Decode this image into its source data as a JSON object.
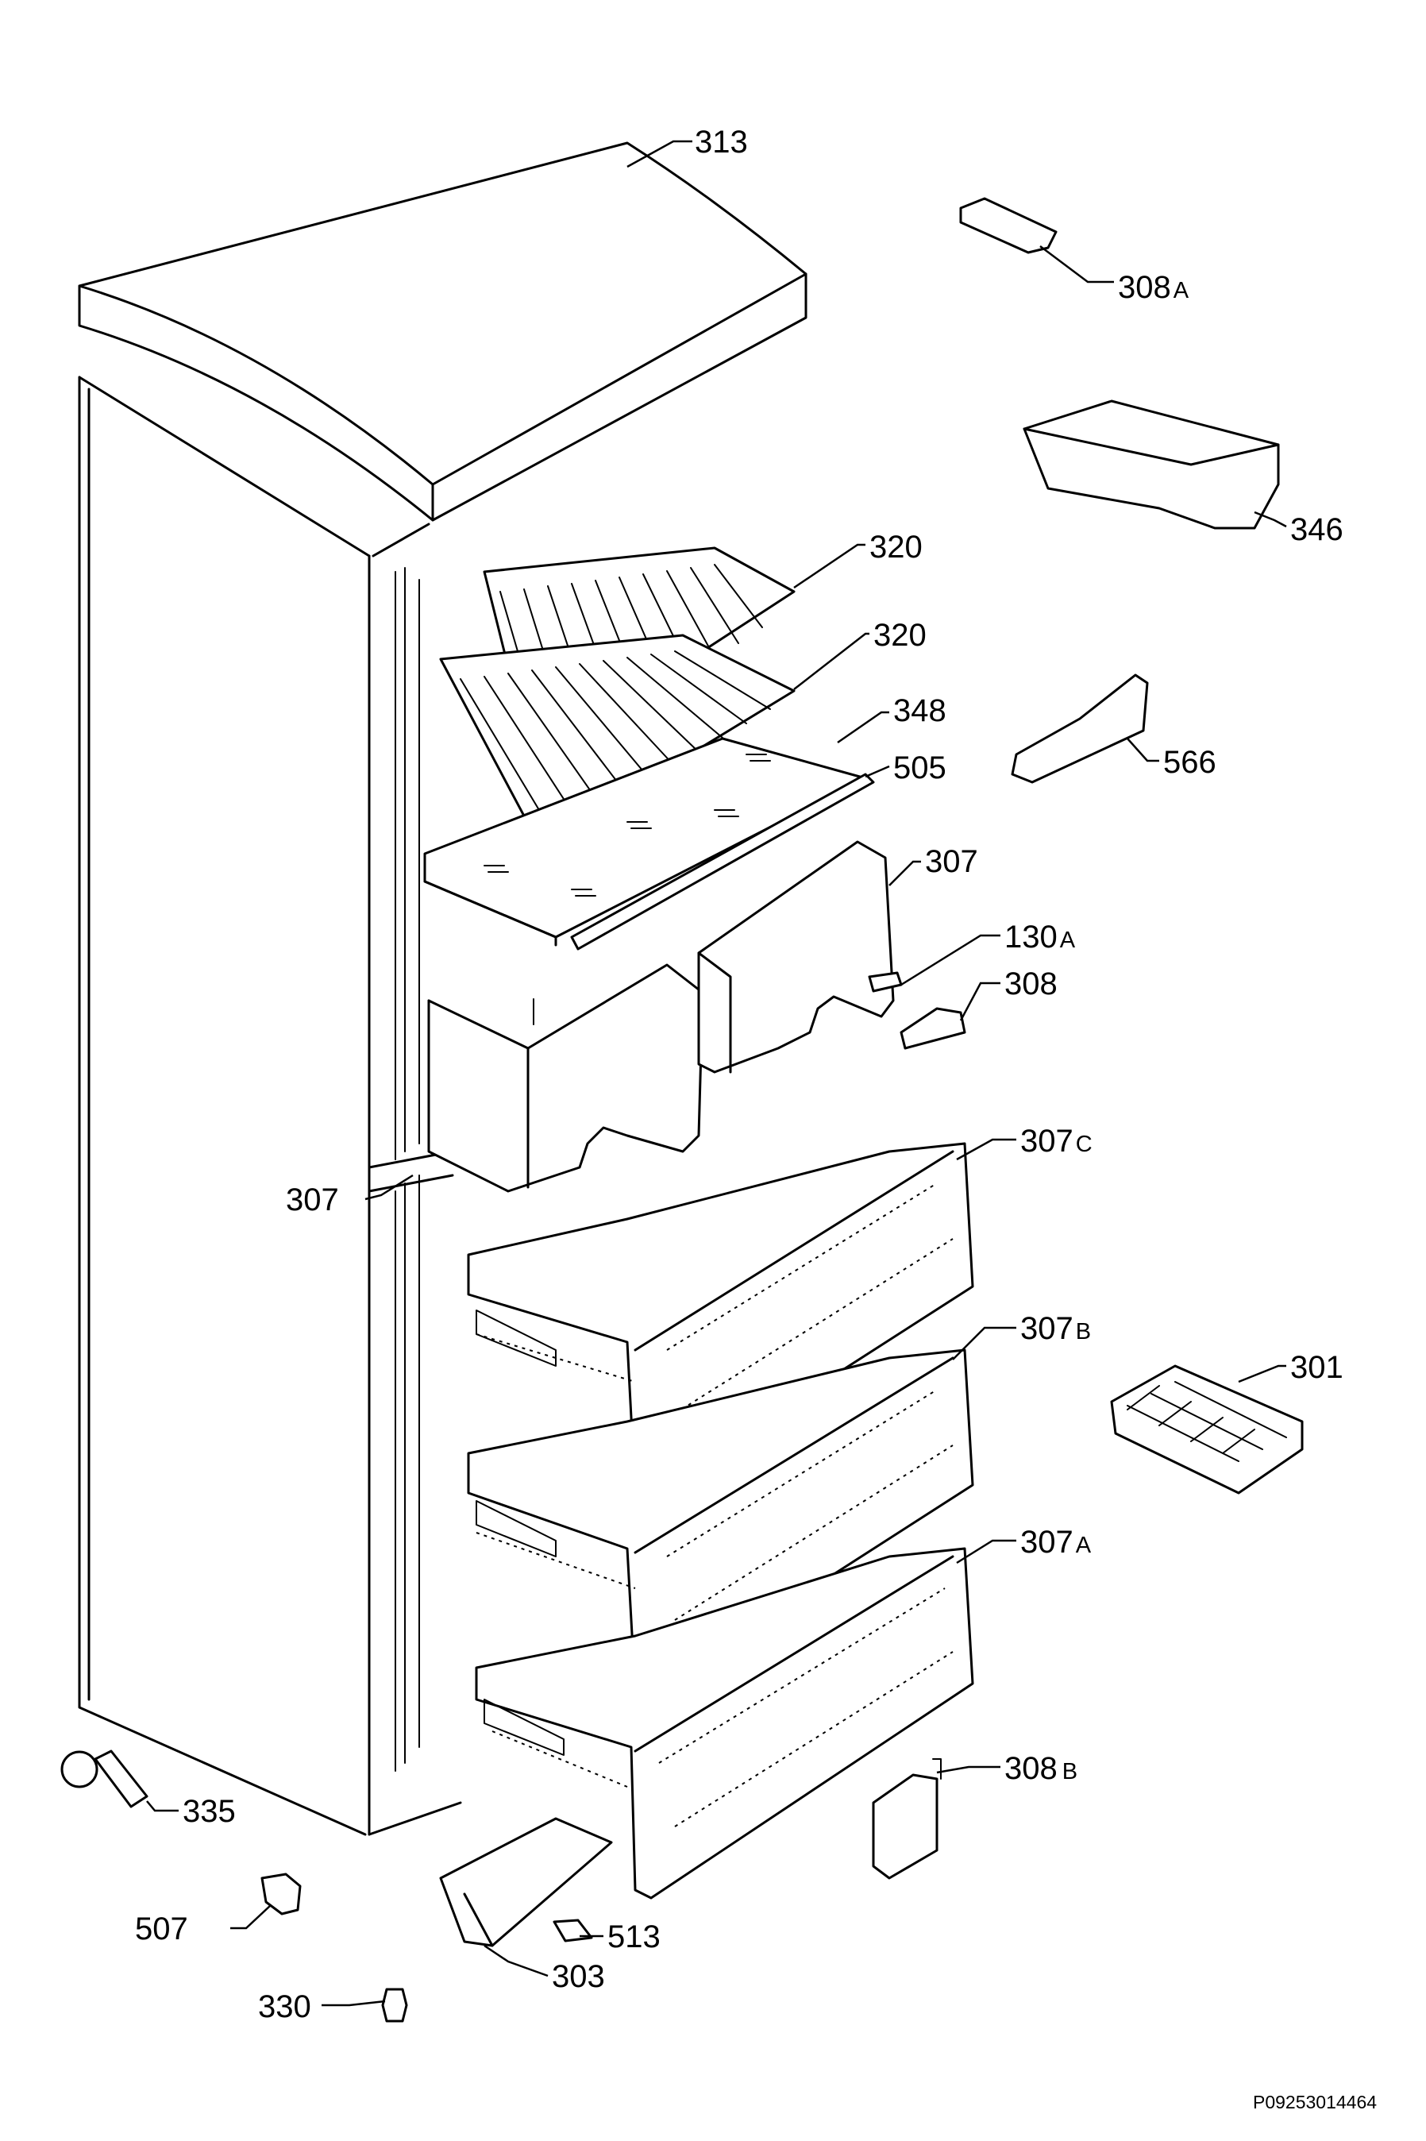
{
  "diagram": {
    "reference_code": "P09253014464",
    "callouts": {
      "c313": {
        "num": "313",
        "suffix": ""
      },
      "c308a": {
        "num": "308",
        "suffix": "A"
      },
      "c346": {
        "num": "346",
        "suffix": ""
      },
      "c320a": {
        "num": "320",
        "suffix": ""
      },
      "c320b": {
        "num": "320",
        "suffix": ""
      },
      "c348": {
        "num": "348",
        "suffix": ""
      },
      "c505": {
        "num": "505",
        "suffix": ""
      },
      "c566": {
        "num": "566",
        "suffix": ""
      },
      "c307top": {
        "num": "307",
        "suffix": ""
      },
      "c130a": {
        "num": "130",
        "suffix": "A"
      },
      "c308": {
        "num": "308",
        "suffix": ""
      },
      "c307left": {
        "num": "307",
        "suffix": ""
      },
      "c307c": {
        "num": "307",
        "suffix": "C"
      },
      "c307b": {
        "num": "307",
        "suffix": "B"
      },
      "c301": {
        "num": "301",
        "suffix": ""
      },
      "c307a": {
        "num": "307",
        "suffix": "A"
      },
      "c308b": {
        "num": "308",
        "suffix": "B"
      },
      "c335": {
        "num": "335",
        "suffix": ""
      },
      "c507": {
        "num": "507",
        "suffix": ""
      },
      "c513": {
        "num": "513",
        "suffix": ""
      },
      "c330": {
        "num": "330",
        "suffix": ""
      },
      "c303": {
        "num": "303",
        "suffix": ""
      }
    }
  }
}
